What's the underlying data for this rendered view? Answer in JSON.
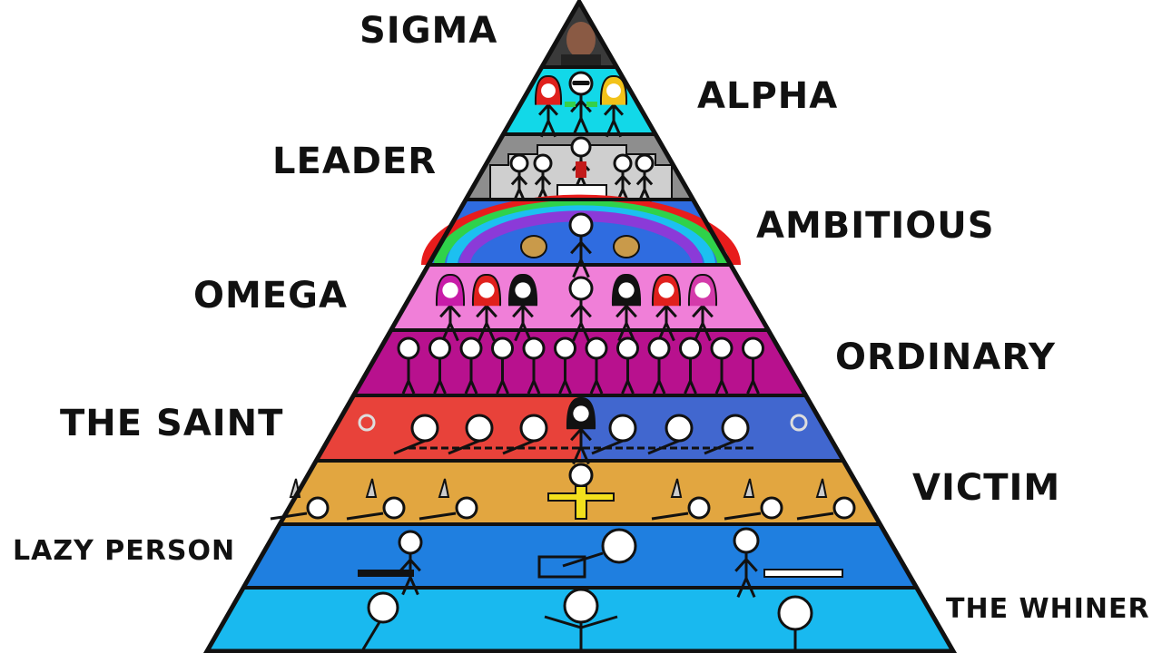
{
  "tiers": [
    {
      "label": "SIGMA",
      "color": "#3a3a3a",
      "figures": "portrait"
    },
    {
      "label": "ALPHA",
      "color": "#12d8e8",
      "figures": "trio"
    },
    {
      "label": "LEADER",
      "color": "#8e8e8e",
      "figures": "speaker"
    },
    {
      "label": "AMBITIOUS",
      "color": "#2f6ce0",
      "figures": "rainbow"
    },
    {
      "label": "OMEGA",
      "color": "#f07fd8",
      "figures": "crowd"
    },
    {
      "label": "ORDINARY",
      "color": "#b8118e",
      "figures": "row"
    },
    {
      "label": "THE SAINT",
      "color": "#e8423a",
      "figures": "chained"
    },
    {
      "label": "VICTIM",
      "color": "#e2a640",
      "figures": "stabbed"
    },
    {
      "label": "LAZY PERSON",
      "color": "#1f7fe0",
      "figures": "lazy"
    },
    {
      "label": "THE WHINER",
      "color": "#19b9ef",
      "figures": "whiner"
    }
  ],
  "pyramid": {
    "outline_color": "#111111"
  }
}
